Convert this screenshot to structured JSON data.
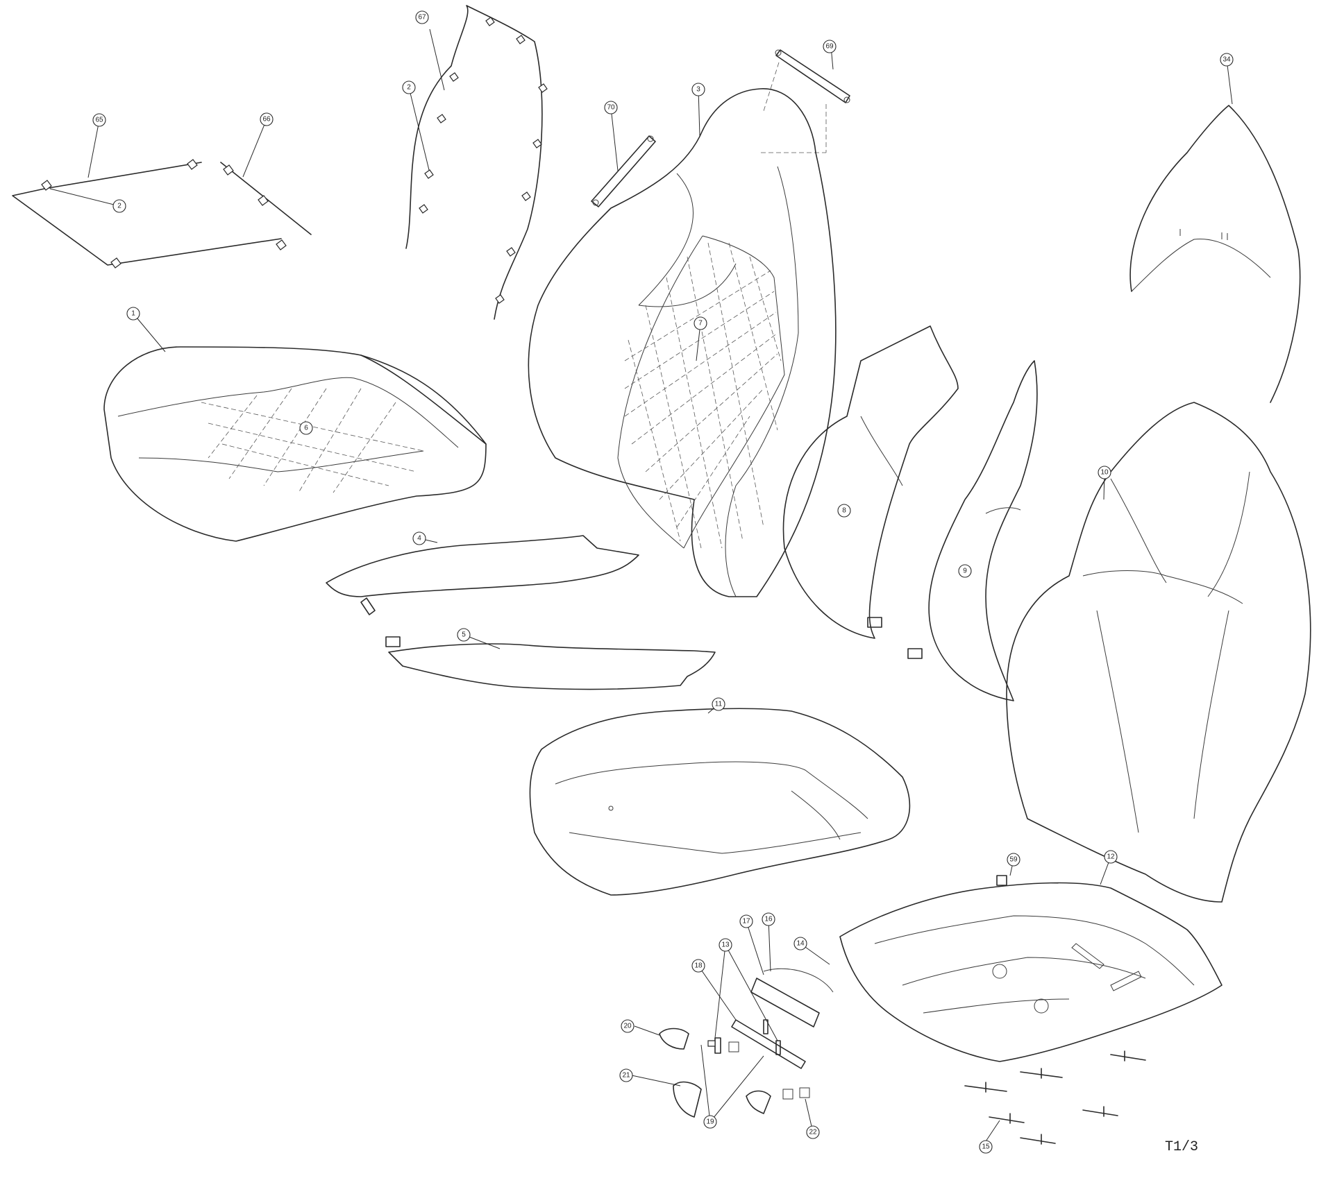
{
  "diagram": {
    "sheet_code": "T1/3",
    "callouts": {
      "c65": "65",
      "c66": "66",
      "c2a": "2",
      "c67": "67",
      "c2b": "2",
      "c70": "70",
      "c3": "3",
      "c69": "69",
      "c34": "34",
      "c1": "1",
      "c6": "6",
      "c7": "7",
      "c4": "4",
      "c5": "5",
      "c8": "8",
      "c9": "9",
      "c10": "10",
      "c11": "11",
      "c59": "59",
      "c12": "12",
      "c17": "17",
      "c16": "16",
      "c14": "14",
      "c13": "13",
      "c18": "18",
      "c20": "20",
      "c21": "21",
      "c19": "19",
      "c22": "22",
      "c15": "15"
    }
  }
}
